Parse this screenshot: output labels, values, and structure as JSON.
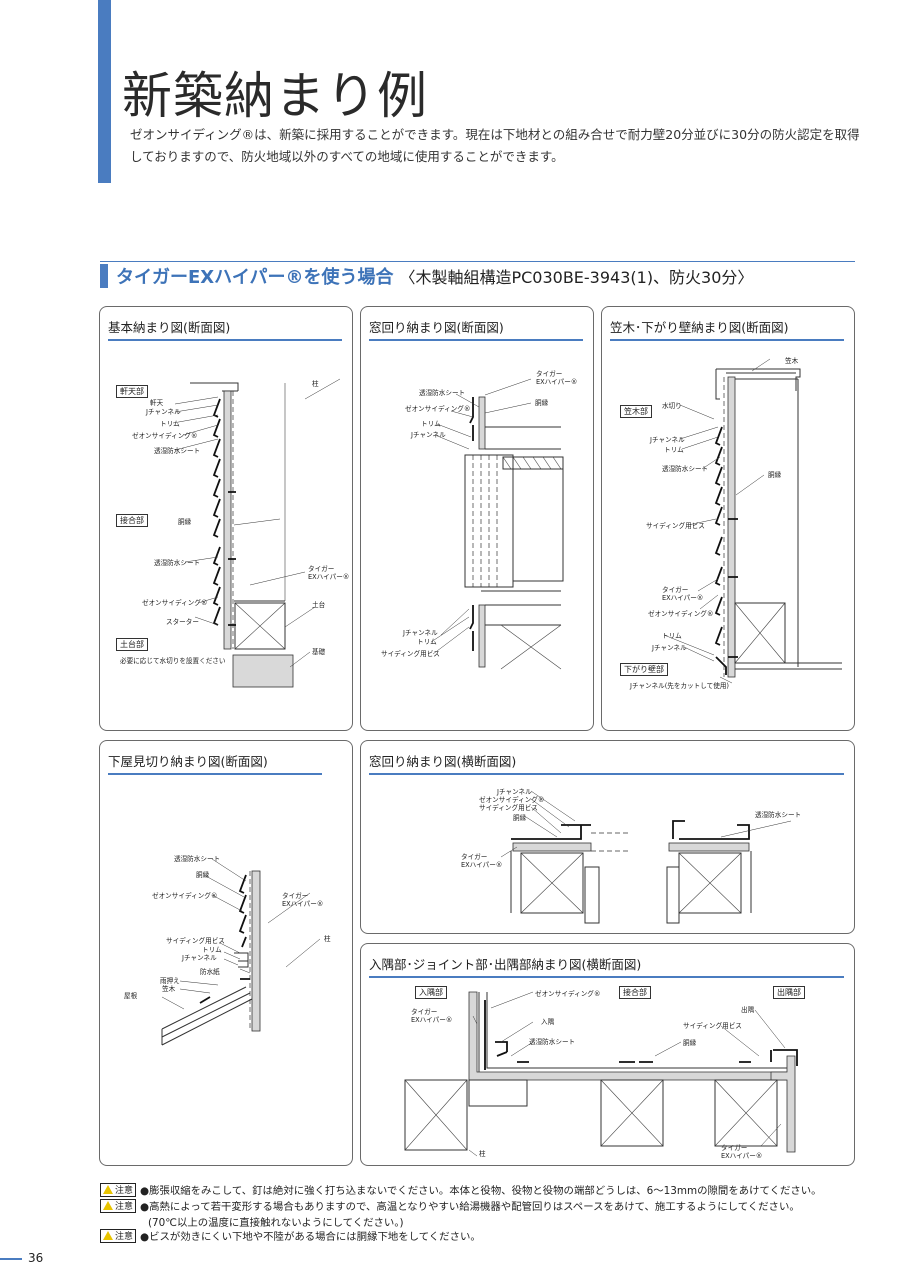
{
  "title": "新築納まり例",
  "intro": "ゼオンサイディング®は、新築に採用することができます。現在は下地材との組み合せで耐力壁20分並びに30分の防火認定を取得しておりますので、防火地域以外のすべての地域に使用することができます。",
  "section": {
    "heading_blue": "タイガーEXハイパー®を使う場合",
    "heading_rest": "〈木製軸組構造PC030BE-3943(1)、防火30分〉"
  },
  "panels": {
    "basic": {
      "title": "基本納まり図(断面図)",
      "tags": {
        "eaves": "軒天部",
        "joint": "接合部",
        "base": "土台部"
      },
      "labels": {
        "nokiten": "軒天",
        "jchannel": "Jチャンネル",
        "trim": "トリム",
        "zeon": "ゼオンサイディング®",
        "sheet": "透湿防水シート",
        "pillar": "柱",
        "furring": "胴縁",
        "sheet2": "透湿防水シート",
        "tiger": "タイガー\nEXハイパー®",
        "zeon2": "ゼオンサイディング®",
        "dodai": "土台",
        "starter": "スターター",
        "foundation": "基礎",
        "note": "必要に応じて水切りを設置ください"
      }
    },
    "window_section": {
      "title": "窓回り納まり図(断面図)",
      "labels": {
        "tiger": "タイガー\nEXハイパー®",
        "sheet": "透湿防水シート",
        "furring": "胴縁",
        "zeon": "ゼオンサイディング®",
        "trim": "トリム",
        "jchannel": "Jチャンネル",
        "jchannel2": "Jチャンネル",
        "trim2": "トリム",
        "screw": "サイディング用ビス"
      }
    },
    "kasagi": {
      "title": "笠木･下がり壁納まり図(断面図)",
      "tags": {
        "kasagi": "笠木部",
        "sagari": "下がり壁部"
      },
      "labels": {
        "kasagi": "笠木",
        "mizukiri": "水切り",
        "jchannel": "Jチャンネル",
        "trim": "トリム",
        "sheet": "透湿防水シート",
        "furring": "胴縁",
        "screw": "サイディング用ビス",
        "tiger": "タイガー\nEXハイパー®",
        "zeon": "ゼオンサイディング®",
        "trim2": "トリム",
        "jchannel2": "Jチャンネル",
        "jchannel_cut": "Jチャンネル(先をカットして使用)"
      }
    },
    "shitaya": {
      "title": "下屋見切り納まり図(断面図)",
      "labels": {
        "sheet": "透湿防水シート",
        "furring": "胴縁",
        "zeon": "ゼオンサイディング®",
        "tiger": "タイガー\nEXハイパー®",
        "pillar": "柱",
        "screw": "サイディング用ビス",
        "trim": "トリム",
        "jchannel": "Jチャンネル",
        "bousui": "防水紙",
        "amaosae": "雨押え",
        "kasagi": "笠木",
        "roof": "屋根"
      }
    },
    "window_plan": {
      "title": "窓回り納まり図(横断面図)",
      "labels": {
        "jchannel": "Jチャンネル",
        "zeon": "ゼオンサイディング®",
        "screw": "サイディング用ビス",
        "furring": "胴縁",
        "tiger": "タイガー\nEXハイパー®",
        "sheet": "透湿防水シート"
      }
    },
    "corner": {
      "title": "入隅部･ジョイント部･出隅部納まり図(横断面図)",
      "tags": {
        "inner": "入隅部",
        "joint": "接合部",
        "outer": "出隅部"
      },
      "labels": {
        "tiger": "タイガー\nEXハイパー®",
        "zeon": "ゼオンサイディング®",
        "irisumi": "入隅",
        "sheet": "透湿防水シート",
        "furring": "胴縁",
        "desumi": "出隅",
        "screw": "サイディング用ビス",
        "pillar": "柱",
        "tiger2": "タイガー\nEXハイパー®"
      }
    }
  },
  "notes": [
    {
      "badge": "注意",
      "text": "●膨張収縮をみこして、釘は絶対に強く打ち込まないでください。本体と役物、役物と役物の端部どうしは、6〜13mmの隙間をあけてください。"
    },
    {
      "badge": "注意",
      "text": "●高熱によって若干変形する場合もありますので、高温となりやすい給湯機器や配管回りはスペースをあけて、施工するようにしてください。"
    },
    {
      "badge": "",
      "text": "(70℃以上の温度に直接触れないようにしてください。)"
    },
    {
      "badge": "注意",
      "text": "●ビスが効きにくい下地や不陸がある場合には胴縁下地をしてください。"
    }
  ],
  "page_number": "36",
  "colors": {
    "accent": "#4a7cc0",
    "caution": "#e8c400"
  }
}
